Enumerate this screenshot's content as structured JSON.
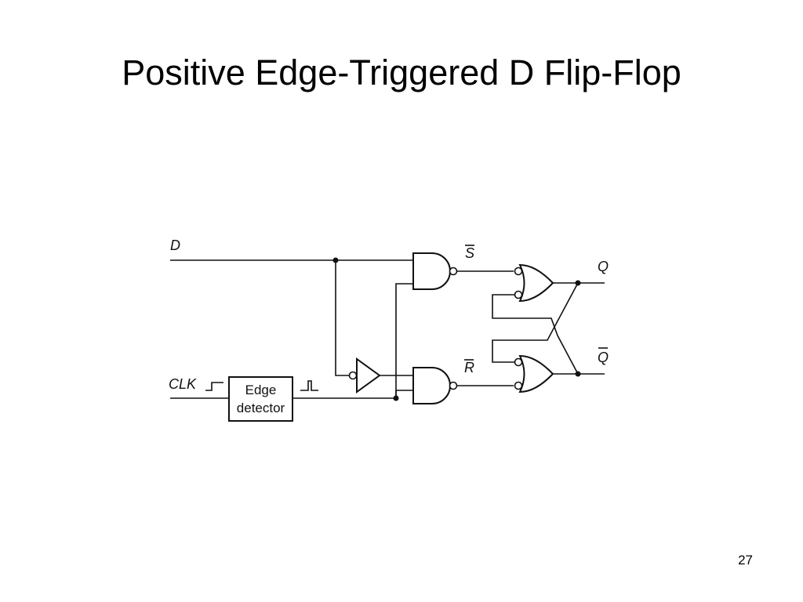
{
  "slide": {
    "title": "Positive Edge-Triggered D Flip-Flop",
    "page_number": "27"
  },
  "diagram": {
    "inputs": {
      "d": "D",
      "clk": "CLK"
    },
    "edge_detector": {
      "line1": "Edge",
      "line2": "detector"
    },
    "signals": {
      "s_bar": "S",
      "r_bar": "R"
    },
    "outputs": {
      "q": "Q",
      "q_bar": "Q"
    }
  }
}
